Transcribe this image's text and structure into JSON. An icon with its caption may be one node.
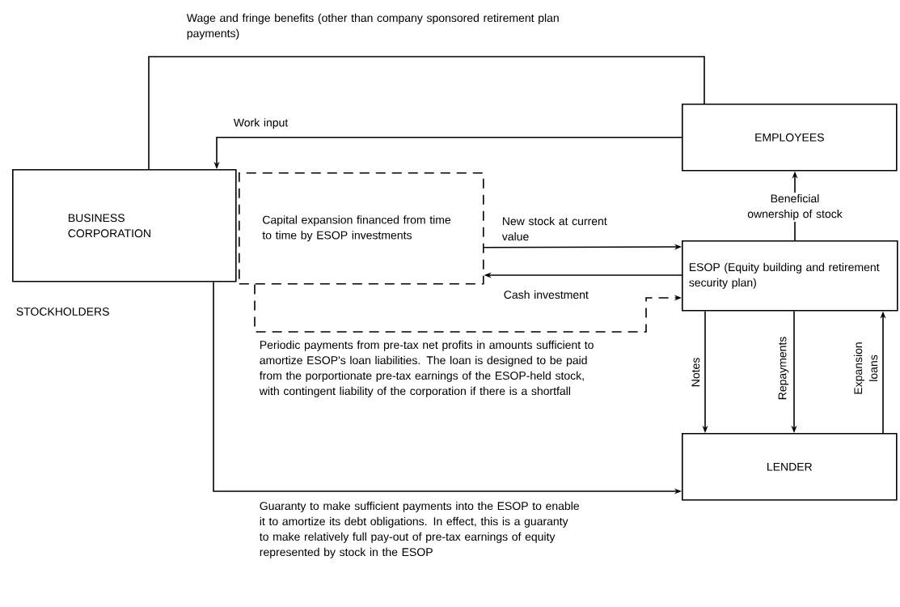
{
  "diagram": {
    "nodes": [
      {
        "text": [
          "BUSINESS CORPORATION"
        ],
        "beside": [
          "STOCKHOLDERS"
        ]
      },
      {
        "text": [
          "Capital expansion financed from time to time by ESOP investments"
        ]
      },
      {
        "text": [
          "EMPLOYEES"
        ]
      },
      {
        "text": [
          "ESOP (Equity building and retirement security plan)"
        ]
      },
      {
        "text": [
          "LENDER"
        ]
      }
    ],
    "edges": [
      {
        "from": 2,
        "to": 0,
        "arrow": "none",
        "label": "Wage and fringe benefits (other than company sponsored retirement plan payments)"
      },
      {
        "from": 2,
        "to": 0,
        "arrow": "to",
        "label": "Work input"
      },
      {
        "from": 1,
        "to": 3,
        "arrow": "to",
        "label": "New stock at current value"
      },
      {
        "from": 3,
        "to": 1,
        "arrow": "to",
        "label": "Cash investment"
      },
      {
        "from": 1,
        "to": 3,
        "arrow": "to",
        "style": "dashed",
        "label": "Periodic payments from pre-tax net profits in amounts sufficient to amortize ESOP's loan liabilities. The loan is designed to be paid from the porportionate pre-tax earnings of the ESOP-held stock, with contingent liability of the corporation if there is a shortfall"
      },
      {
        "from": 3,
        "to": 2,
        "arrow": "to",
        "label": "Beneficial ownership of stock"
      },
      {
        "from": 0,
        "to": 4,
        "arrow": "to",
        "label": "Guaranty to make sufficient payments into the ESOP to enable it to amortize its debt obligations. In effect, this is a guaranty to make relatively full pay-out of pre-tax earnings of equity represented by stock in the ESOP"
      },
      {
        "from": 3,
        "to": 4,
        "arrow": "to",
        "label": "Notes"
      },
      {
        "from": 3,
        "to": 4,
        "arrow": "to",
        "label": "Repayments"
      },
      {
        "from": 4,
        "to": 3,
        "arrow": "to",
        "label": "Expansion loans"
      }
    ]
  }
}
